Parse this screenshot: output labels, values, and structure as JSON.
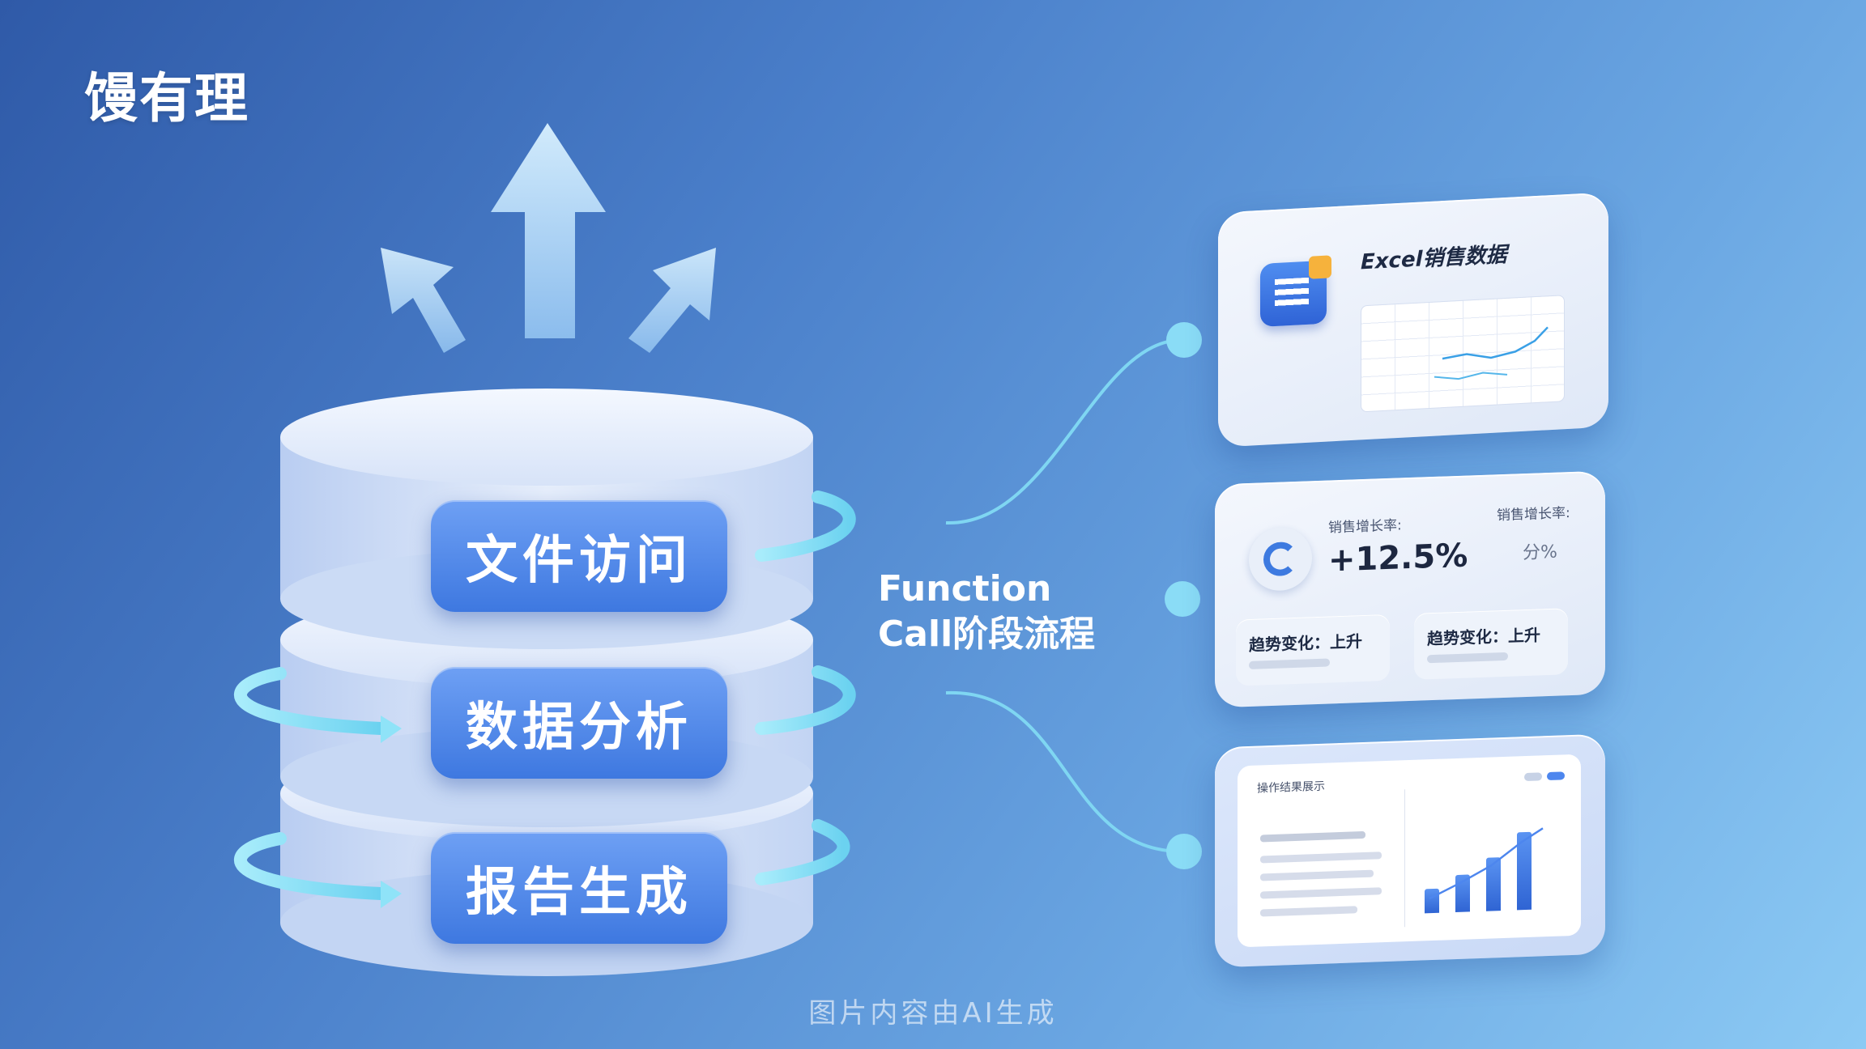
{
  "brand": {
    "logo_text": "馒有理"
  },
  "stack_layers": [
    {
      "label": "文件访问"
    },
    {
      "label": "数据分析"
    },
    {
      "label": "报告生成"
    }
  ],
  "flow_title": {
    "line1": "Function",
    "line2": "Call阶段流程"
  },
  "cards": {
    "excel": {
      "title": "Excel销售数据"
    },
    "analysis": {
      "growth_label_left": "销售增长率:",
      "growth_value": "+12.5%",
      "growth_label_right": "销售增长率:",
      "right_value": "分%",
      "trend_left": "趋势变化：上升",
      "trend_right": "趋势变化：上升"
    },
    "report": {
      "title": "操作结果展示"
    }
  },
  "colors": {
    "accent": "#3e78e0",
    "connector": "#7fd6f2",
    "arrow": "#bfe3fb"
  },
  "footer": {
    "disclaimer": "图片内容由AI生成"
  }
}
